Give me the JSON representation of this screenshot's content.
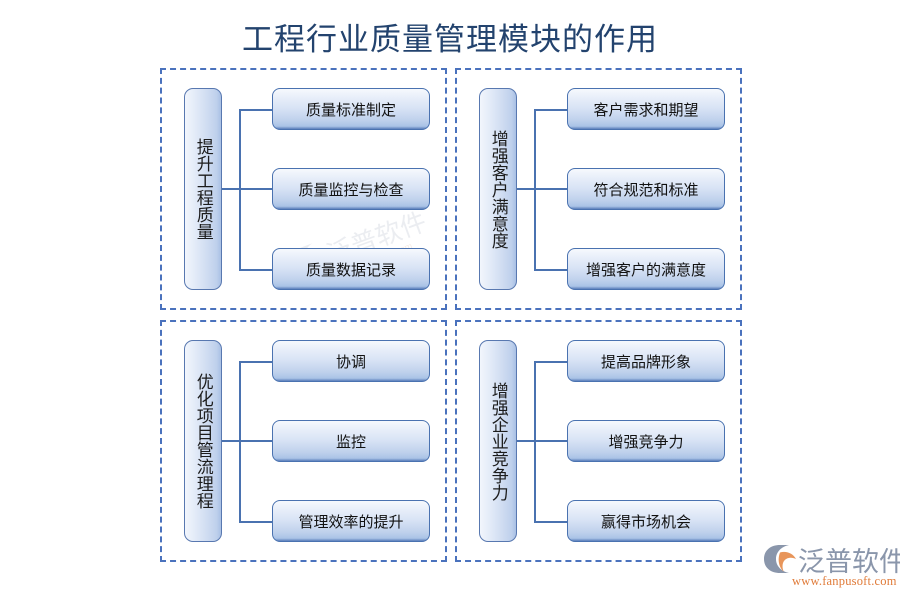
{
  "page": {
    "title": "工程行业质量管理模块的作用",
    "title_color": "#23436e",
    "background": "#ffffff"
  },
  "theme": {
    "dashed_border_color": "#4a72bd",
    "box_border_color": "#4a72b0",
    "box_gradient_top": "#f6f9fd",
    "box_gradient_bottom": "#5b7fbb",
    "connector_color": "#4a72b0",
    "text_color": "#111111"
  },
  "quadrants": [
    {
      "id": "improve-engineering-quality",
      "label": "提升工程质量",
      "children": [
        {
          "label": "质量标准制定"
        },
        {
          "label": "质量监控与检查"
        },
        {
          "label": "质量数据记录"
        }
      ]
    },
    {
      "id": "enhance-customer-satisfaction",
      "label": "增强客户满意度",
      "children": [
        {
          "label": "客户需求和期望"
        },
        {
          "label": "符合规范和标准"
        },
        {
          "label": "增强客户的满意度"
        }
      ]
    },
    {
      "id": "optimize-project-management-process",
      "label": "优化项目管流理程",
      "children": [
        {
          "label": "协调"
        },
        {
          "label": "监控"
        },
        {
          "label": "管理效率的提升"
        }
      ]
    },
    {
      "id": "enhance-enterprise-competitiveness",
      "label": "增强企业竞争力",
      "children": [
        {
          "label": "提高品牌形象"
        },
        {
          "label": "增强竞争力"
        },
        {
          "label": "赢得市场机会"
        }
      ]
    }
  ],
  "logo": {
    "name": "泛普软件",
    "url": "www.fanpusoft.com",
    "name_color": "#8a96ab",
    "url_color": "#e07b39",
    "mark_color_primary": "#8a96ab",
    "mark_color_accent": "#e8955a"
  },
  "watermark": {
    "name": "泛普软件",
    "url": "www.fanpusoft.com"
  }
}
